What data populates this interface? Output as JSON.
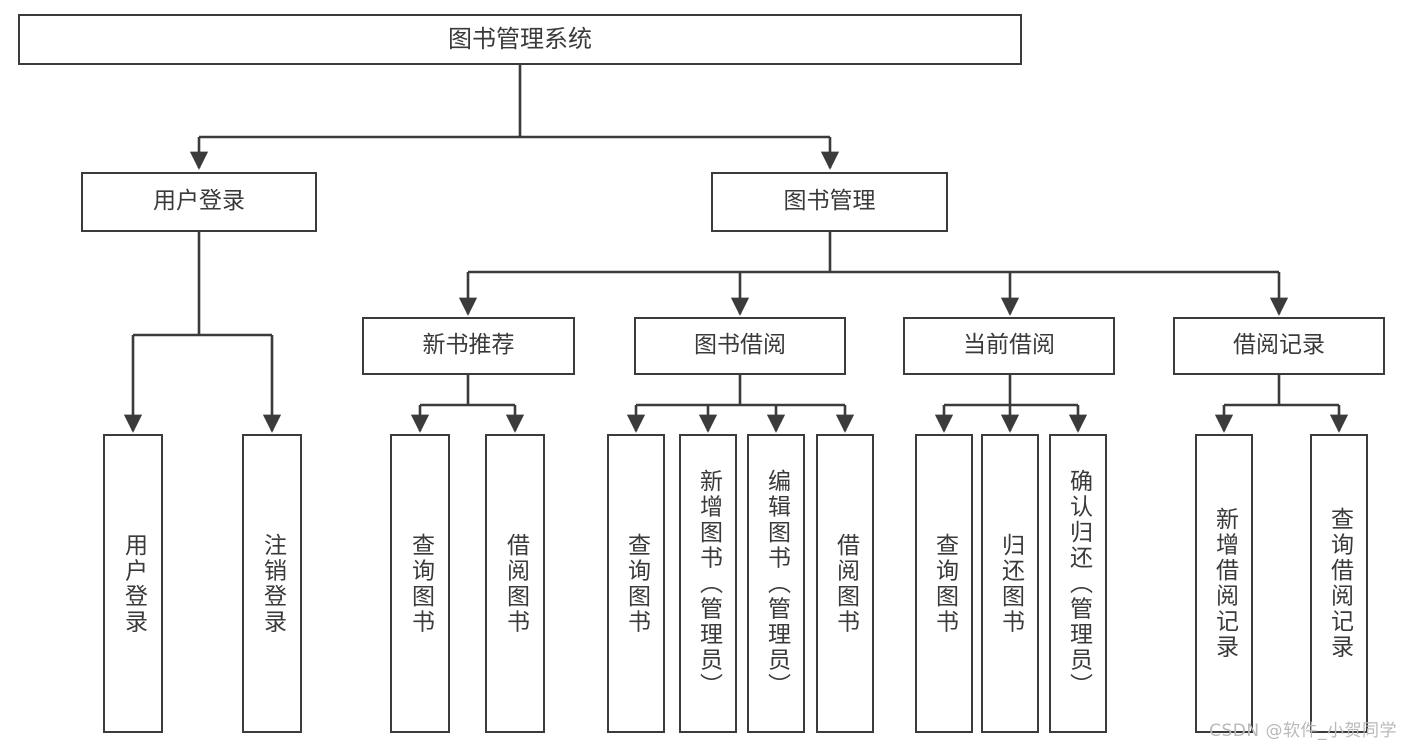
{
  "diagram": {
    "title": "图书管理系统",
    "colors": {
      "stroke": "#3b3b3b",
      "text": "#3a3a3a",
      "background": "#ffffff",
      "watermark": "#b9b9b9"
    },
    "root": {
      "label": "图书管理系统"
    },
    "level2": [
      {
        "label": "用户登录"
      },
      {
        "label": "图书管理"
      }
    ],
    "level3": [
      {
        "label": "新书推荐"
      },
      {
        "label": "图书借阅"
      },
      {
        "label": "当前借阅"
      },
      {
        "label": "借阅记录"
      }
    ],
    "leaves": {
      "user_login": [
        {
          "label": "用户登录"
        },
        {
          "label": "注销登录"
        }
      ],
      "new_book_recommend": [
        {
          "label": "查询图书"
        },
        {
          "label": "借阅图书"
        }
      ],
      "book_borrow": [
        {
          "label": "查询图书"
        },
        {
          "label": "新增图书（管理员）"
        },
        {
          "label": "编辑图书（管理员）"
        },
        {
          "label": "借阅图书"
        }
      ],
      "current_borrow": [
        {
          "label": "查询图书"
        },
        {
          "label": "归还图书"
        },
        {
          "label": "确认归还（管理员）"
        }
      ],
      "borrow_record": [
        {
          "label": "新增借阅记录"
        },
        {
          "label": "查询借阅记录"
        }
      ]
    }
  },
  "watermark": {
    "text": "CSDN @软件_小贺同学"
  }
}
